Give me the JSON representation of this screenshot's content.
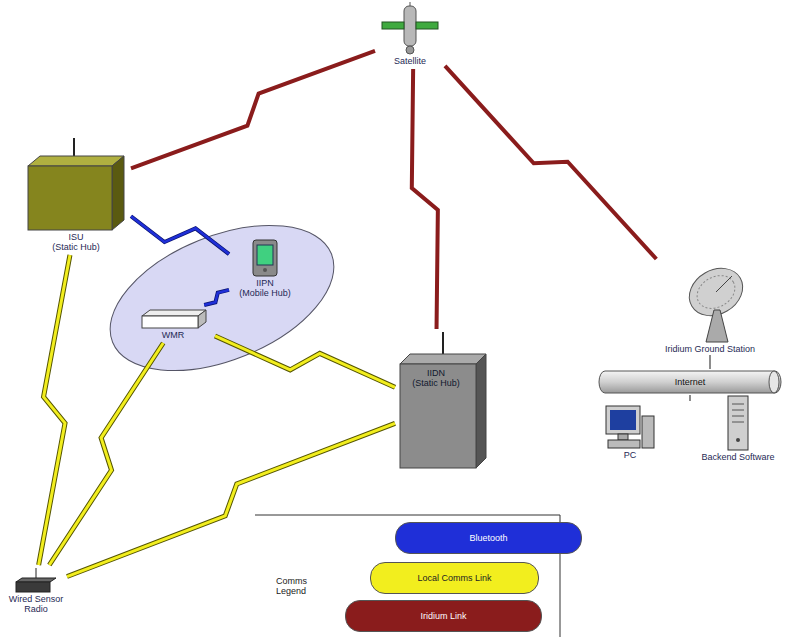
{
  "diagram": {
    "nodes": [
      {
        "text": [
          "Satellite"
        ]
      },
      {
        "text": [
          "ISU",
          "(Static Hub)"
        ]
      },
      {
        "text": [
          "IIPN",
          "(Mobile Hub)"
        ]
      },
      {
        "text": [
          "WMR"
        ]
      },
      {
        "text": [
          "IIDN",
          "(Static Hub)"
        ]
      },
      {
        "text": [
          "Iridium Ground Station"
        ]
      },
      {
        "text": [
          "Internet"
        ]
      },
      {
        "text": [
          "PC"
        ]
      },
      {
        "text": [
          "Backend Software"
        ]
      },
      {
        "text": [
          "Wired Sensor Radio"
        ]
      }
    ],
    "edges": [
      {
        "from": 0,
        "to": 1,
        "arrow": "none"
      },
      {
        "from": 0,
        "to": 4,
        "arrow": "none"
      },
      {
        "from": 0,
        "to": 5,
        "arrow": "none"
      },
      {
        "from": 1,
        "to": 2,
        "arrow": "none"
      },
      {
        "from": 2,
        "to": 3,
        "arrow": "none"
      },
      {
        "from": 1,
        "to": 9,
        "arrow": "none"
      },
      {
        "from": 3,
        "to": 9,
        "arrow": "none"
      },
      {
        "from": 4,
        "to": 9,
        "arrow": "none"
      },
      {
        "from": 3,
        "to": 4,
        "arrow": "none"
      },
      {
        "from": 5,
        "to": 6,
        "arrow": "none"
      },
      {
        "from": 6,
        "to": 7,
        "arrow": "none"
      }
    ],
    "labels": [
      "Comms Legend"
    ],
    "legend": [
      {
        "text": "Bluetooth",
        "color": "#1f2fd8"
      },
      {
        "text": "Local Comms Link",
        "color": "#f2ee1e"
      },
      {
        "text": "Iridium Link",
        "color": "#8a1c1c"
      }
    ]
  }
}
